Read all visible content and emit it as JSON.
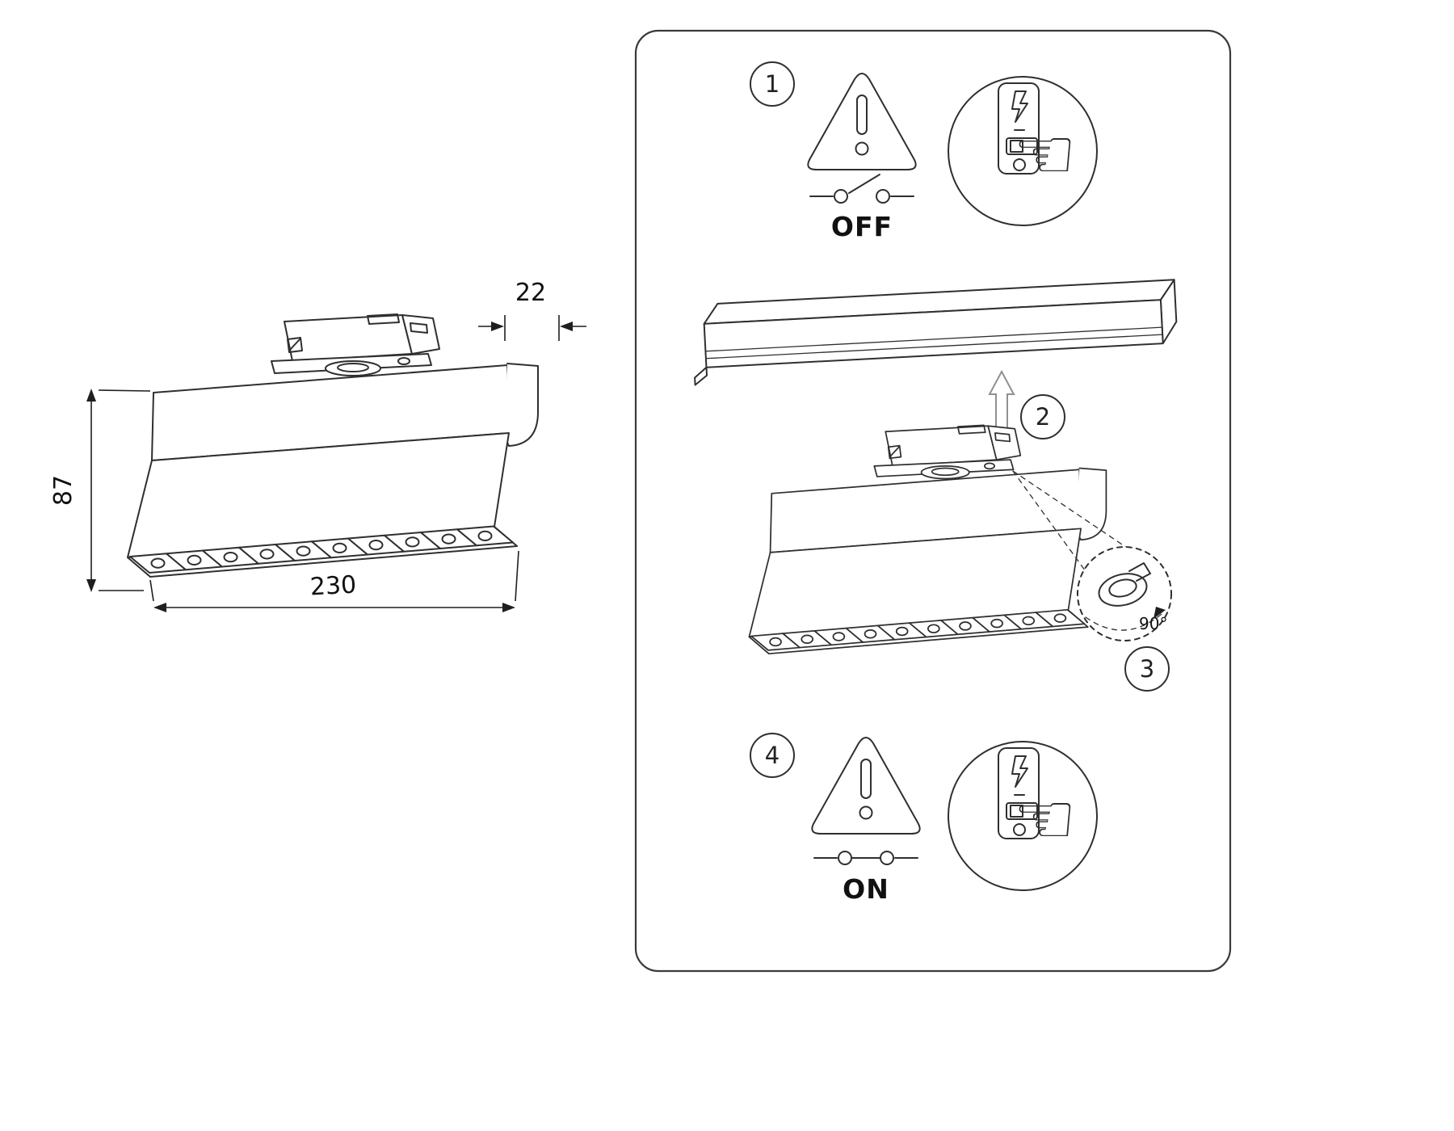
{
  "sheet": {
    "background": "#ffffff",
    "line_color": "#2f2f2f"
  },
  "dimensions": {
    "depth": "22",
    "height": "87",
    "length": "230"
  },
  "steps": [
    {
      "number": "1",
      "label": "OFF"
    },
    {
      "number": "2",
      "label": ""
    },
    {
      "number": "3",
      "label": "90°"
    },
    {
      "number": "4",
      "label": "ON"
    }
  ],
  "icons": {
    "hand_glyph": "☜"
  }
}
